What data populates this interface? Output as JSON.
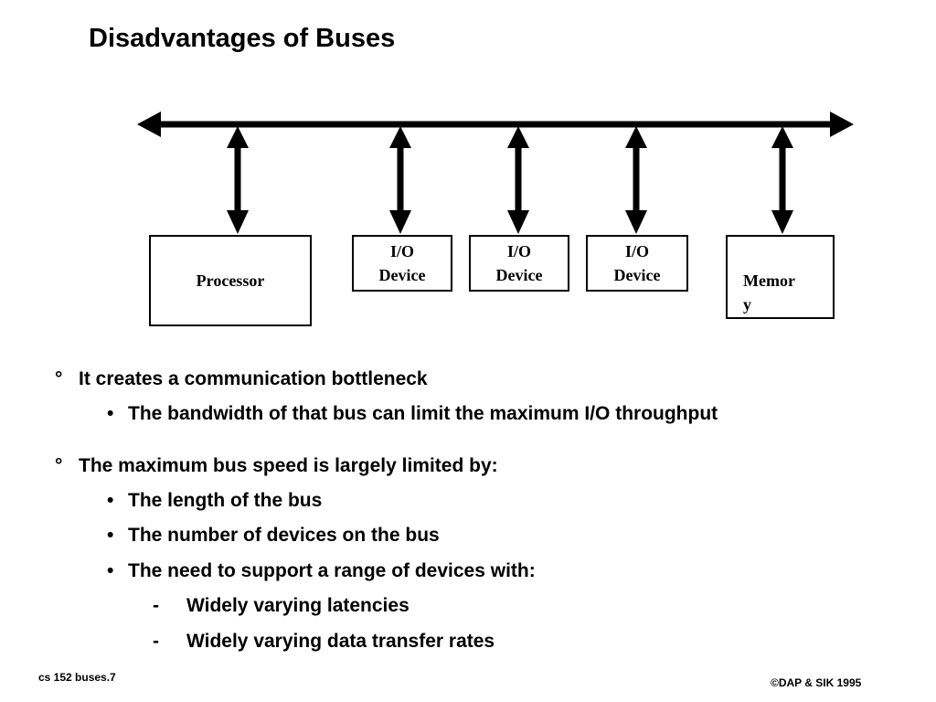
{
  "title": "Disadvantages of Buses",
  "diagram": {
    "processor": "Processor",
    "io_devices": [
      [
        "I/O",
        "Device"
      ],
      [
        "I/O",
        "Device"
      ],
      [
        "I/O",
        "Device"
      ]
    ],
    "memory": [
      "Memor",
      "y"
    ]
  },
  "bullets": {
    "degree_marker": "°",
    "dot_marker": "•",
    "dash_marker": "-",
    "b1": "It creates a communication bottleneck",
    "b1_1": "The bandwidth of that bus can limit the maximum I/O throughput",
    "b2": "The maximum bus speed is largely limited by:",
    "b2_1": "The length of the bus",
    "b2_2": "The number of devices on the bus",
    "b2_3": "The need to support a range of devices with:",
    "b2_3_1": "Widely varying latencies",
    "b2_3_2": "Widely varying data transfer rates"
  },
  "footer": {
    "left": "cs 152  buses.7",
    "right": "©DAP & SIK 1995"
  }
}
